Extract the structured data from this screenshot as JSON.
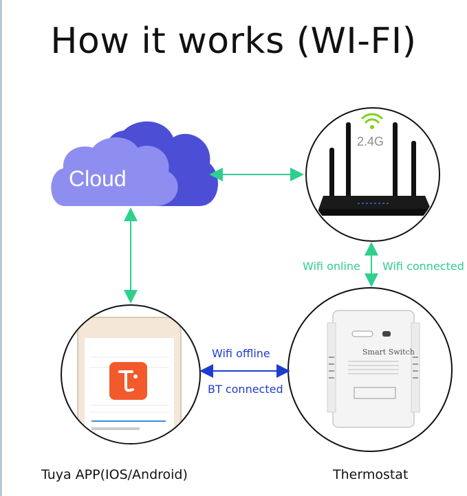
{
  "title": "How it works (WI-FI)",
  "cloud": {
    "label": "Cloud"
  },
  "router": {
    "band": "2.4G"
  },
  "labels": {
    "wifi_online": "Wifi online",
    "wifi_connected": "Wifi connected",
    "wifi_offline": "Wifi offline",
    "bt_connected": "BT connected"
  },
  "captions": {
    "app": "Tuya APP(IOS/Android)",
    "thermostat": "Thermostat"
  },
  "device": {
    "name": "Smart Switch"
  },
  "colors": {
    "green_link": "#2fcf8d",
    "blue_link": "#1e3dcf",
    "cloud_light": "#8e8ef0",
    "cloud_dark": "#4c4fd6",
    "tuya_orange": "#f2592b",
    "wifi_green": "#7ed321"
  }
}
